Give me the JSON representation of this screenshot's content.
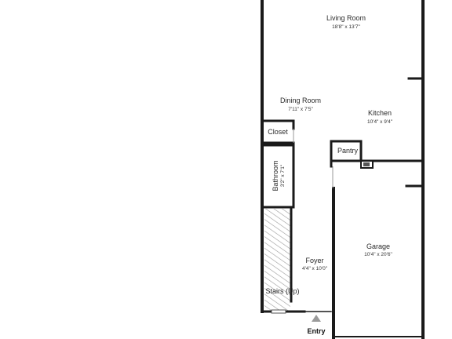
{
  "rooms": {
    "living_room": {
      "name": "Living Room",
      "dims": "18'8\" x 13'7\""
    },
    "dining_room": {
      "name": "Dining Room",
      "dims": "7'11\" x 7'5\""
    },
    "kitchen": {
      "name": "Kitchen",
      "dims": "10'4\" x 9'4\""
    },
    "closet": {
      "name": "Closet"
    },
    "pantry": {
      "name": "Pantry"
    },
    "bathroom": {
      "name": "Bathroom",
      "dims": "3'2\" x 7'1\""
    },
    "garage": {
      "name": "Garage",
      "dims": "10'4\" x 20'6\""
    },
    "foyer": {
      "name": "Foyer",
      "dims": "4'4\" x 10'0\""
    },
    "stairs": {
      "name": "Stairs (Up)"
    }
  },
  "entry": {
    "label": "Entry"
  },
  "colors": {
    "wall": "#1a1a1a",
    "hatch": "#9a9a9a",
    "background": "#ffffff",
    "arrow": "#9a9a9a"
  }
}
